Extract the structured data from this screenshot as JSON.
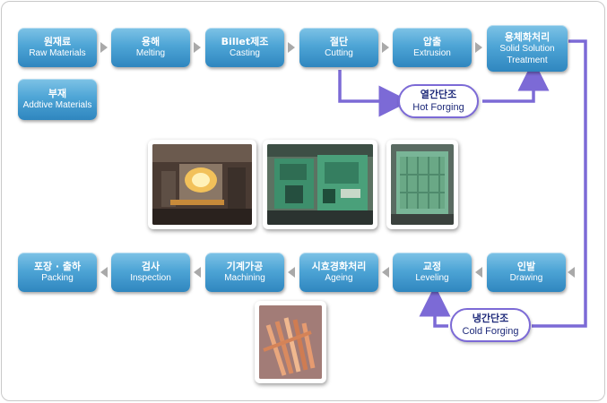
{
  "top_row": [
    {
      "ko": "원재료",
      "en": "Raw Materials"
    },
    {
      "ko": "용해",
      "en": "Melting"
    },
    {
      "ko": "Billet제조",
      "en": "Casting"
    },
    {
      "ko": "절단",
      "en": "Cutting"
    },
    {
      "ko": "압출",
      "en": "Extrusion"
    },
    {
      "ko": "용체화처리",
      "en": "Solid Solution",
      "en2": "Treatment"
    }
  ],
  "additive": {
    "ko": "부재",
    "en": "Addtive Materials"
  },
  "hot_forging": {
    "ko": "열간단조",
    "en": "Hot Forging"
  },
  "cold_forging": {
    "ko": "냉간단조",
    "en": "Cold Forging"
  },
  "bottom_row": [
    {
      "ko": "포장 · 출하",
      "en": "Packing"
    },
    {
      "ko": "검사",
      "en": "Inspection"
    },
    {
      "ko": "기계가공",
      "en": "Machining"
    },
    {
      "ko": "시효경화처리",
      "en": "Ageing"
    },
    {
      "ko": "교정",
      "en": "Leveling"
    },
    {
      "ko": "인발",
      "en": "Drawing"
    }
  ],
  "colors": {
    "step_blue": "#4ea5d6",
    "connector_purple": "#7c6ad6",
    "arrow_gray": "#a9a9a9"
  }
}
